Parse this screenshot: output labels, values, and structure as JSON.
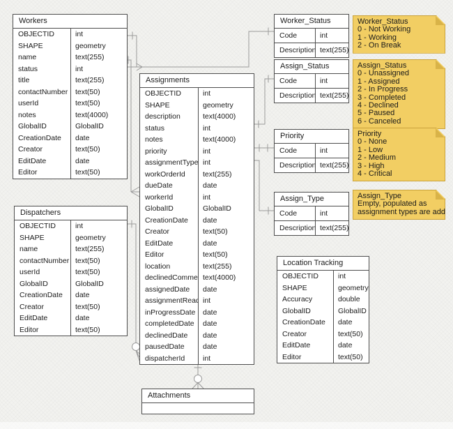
{
  "colors": {
    "background": "#f2f2ef",
    "table_border": "#4d4d4d",
    "connector": "#9a9a9a",
    "note_fill": "#f2ce63",
    "note_fold": "#d9b348",
    "note_border": "#c9a23b",
    "text": "#1a1a1a"
  },
  "tables": [
    {
      "id": "workers",
      "title": "Workers",
      "fields": [
        [
          "OBJECTID",
          "int"
        ],
        [
          "SHAPE",
          "geometry"
        ],
        [
          "name",
          "text(255)"
        ],
        [
          "status",
          "int"
        ],
        [
          "title",
          "text(255)"
        ],
        [
          "contactNumber",
          "text(50)"
        ],
        [
          "userId",
          "text(50)"
        ],
        [
          "notes",
          "text(4000)"
        ],
        [
          "GlobalID",
          "GlobalID"
        ],
        [
          "CreationDate",
          "date"
        ],
        [
          "Creator",
          "text(50)"
        ],
        [
          "EditDate",
          "date"
        ],
        [
          "Editor",
          "text(50)"
        ]
      ]
    },
    {
      "id": "dispatchers",
      "title": "Dispatchers",
      "fields": [
        [
          "OBJECTID",
          "int"
        ],
        [
          "SHAPE",
          "geometry"
        ],
        [
          "name",
          "text(255)"
        ],
        [
          "contactNumber",
          "text(50)"
        ],
        [
          "userId",
          "text(50)"
        ],
        [
          "GlobalID",
          "GlobalID"
        ],
        [
          "CreationDate",
          "date"
        ],
        [
          "Creator",
          "text(50)"
        ],
        [
          "EditDate",
          "date"
        ],
        [
          "Editor",
          "text(50)"
        ]
      ]
    },
    {
      "id": "assignments",
      "title": "Assignments",
      "fields": [
        [
          "OBJECTID",
          "int"
        ],
        [
          "SHAPE",
          "geometry"
        ],
        [
          "description",
          "text(4000)"
        ],
        [
          "status",
          "int"
        ],
        [
          "notes",
          "text(4000)"
        ],
        [
          "priority",
          "int"
        ],
        [
          "assignmentType",
          "int"
        ],
        [
          "workOrderId",
          "text(255)"
        ],
        [
          "dueDate",
          "date"
        ],
        [
          "workerId",
          "int"
        ],
        [
          "GlobalID",
          "GlobalID"
        ],
        [
          "CreationDate",
          "date"
        ],
        [
          "Creator",
          "text(50)"
        ],
        [
          "EditDate",
          "date"
        ],
        [
          "Editor",
          "text(50)"
        ],
        [
          "location",
          "text(255)"
        ],
        [
          "declinedComment",
          "text(4000)"
        ],
        [
          "assignedDate",
          "date"
        ],
        [
          "assignmentRead",
          "int"
        ],
        [
          "inProgressDate",
          "date"
        ],
        [
          "completedDate",
          "date"
        ],
        [
          "declinedDate",
          "date"
        ],
        [
          "pausedDate",
          "date"
        ],
        [
          "dispatcherId",
          "int"
        ]
      ]
    },
    {
      "id": "worker_status",
      "title": "Worker_Status",
      "fields": [
        [
          "Code",
          "int"
        ],
        [
          "Description",
          "text(255)"
        ]
      ]
    },
    {
      "id": "assign_status",
      "title": "Assign_Status",
      "fields": [
        [
          "Code",
          "int"
        ],
        [
          "Description",
          "text(255)"
        ]
      ]
    },
    {
      "id": "priority",
      "title": "Priority",
      "fields": [
        [
          "Code",
          "int"
        ],
        [
          "Description",
          "text(255)"
        ]
      ]
    },
    {
      "id": "assign_type",
      "title": "Assign_Type",
      "fields": [
        [
          "Code",
          "int"
        ],
        [
          "Description",
          "text(255)"
        ]
      ]
    },
    {
      "id": "location_tracking",
      "title": "Location Tracking",
      "fields": [
        [
          "OBJECTID",
          "int"
        ],
        [
          "SHAPE",
          "geometry"
        ],
        [
          "Accuracy",
          "double"
        ],
        [
          "GlobalID",
          "GlobalID"
        ],
        [
          "CreationDate",
          "date"
        ],
        [
          "Creator",
          "text(50)"
        ],
        [
          "EditDate",
          "date"
        ],
        [
          "Editor",
          "text(50)"
        ]
      ]
    },
    {
      "id": "attachments",
      "title": "Attachments",
      "fields": [],
      "empty_row": true
    }
  ],
  "notes": [
    {
      "id": "worker_status_note",
      "title": "Worker_Status",
      "lines": [
        "0 - Not Working",
        "1 - Working",
        "2 - On Break"
      ]
    },
    {
      "id": "assign_status_note",
      "title": "Assign_Status",
      "lines": [
        "0 - Unassigned",
        "1 - Assigned",
        "2 - In Progress",
        "3 - Completed",
        "4 - Declined",
        "5 - Paused",
        "6 - Canceled"
      ]
    },
    {
      "id": "priority_note",
      "title": "Priority",
      "lines": [
        "0 - None",
        "1 - Low",
        "2 - Medium",
        "3 - High",
        "4 - Critical"
      ]
    },
    {
      "id": "assign_type_note",
      "title": "Assign_Type",
      "lines": [
        "Empty, populated as",
        "assignment types are added"
      ]
    }
  ]
}
